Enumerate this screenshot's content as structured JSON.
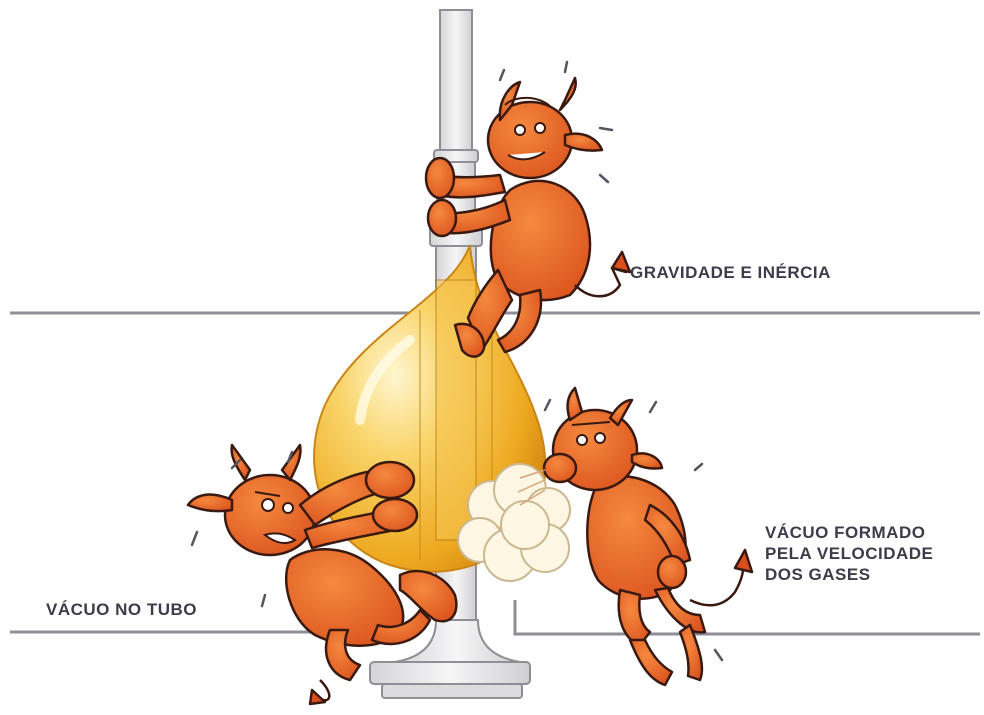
{
  "labels": {
    "gravity_inertia": "GRAVIDADE E INÉRCIA",
    "tube_vacuum": "VÁCUO NO TUBO",
    "gas_velocity_vacuum": [
      "VÁCUO FORMADO",
      "PELA VELOCIDADE",
      "DOS GASES"
    ]
  },
  "colors": {
    "devil_skin": "#e8632a",
    "devil_outline": "#3a1a10",
    "droplet_fill": "#f2b430",
    "droplet_highlight": "#fde7a8",
    "valve_stem": "#e9e9ea",
    "pipe_line": "#8e8e96",
    "label_text": "#3c3c4a",
    "smoke_fill": "#fdf6e2"
  }
}
